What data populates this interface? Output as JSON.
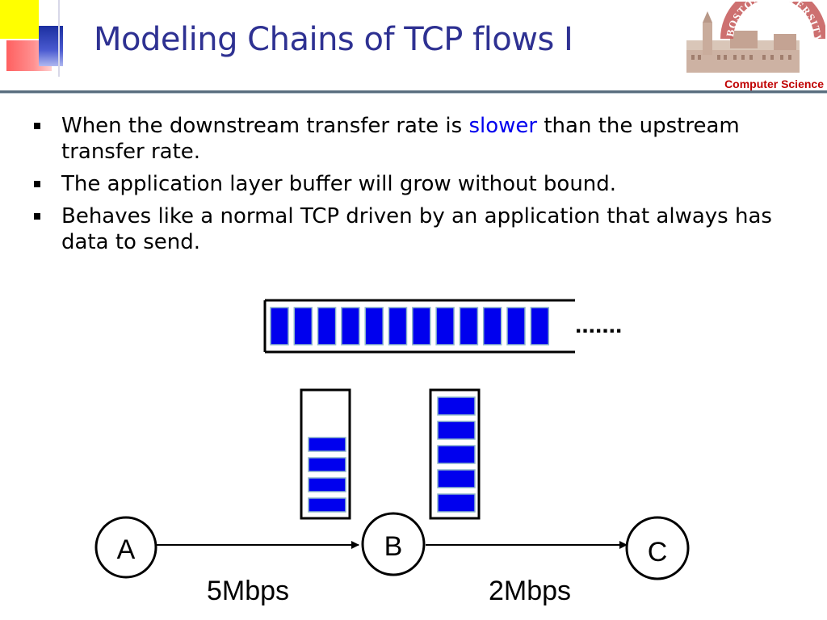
{
  "slide": {
    "title": "Modeling Chains of TCP flows I",
    "logo_text": "BOSTON UNIVERSITY",
    "department": "Computer Science"
  },
  "bullets": [
    {
      "before": "When the downstream transfer rate is ",
      "highlight": "slower",
      "after": " than the upstream transfer rate."
    },
    {
      "text": "The application layer buffer will grow without bound."
    },
    {
      "text": "Behaves like a normal TCP driven by an application that always has data to send."
    }
  ],
  "diagram": {
    "buffer_slots": 12,
    "buffer_continuation": ".......",
    "queue_b_packets": 4,
    "queue_b_slots": 6,
    "queue_c_packets": 5,
    "queue_c_slots": 5,
    "nodes": [
      "A",
      "B",
      "C"
    ],
    "links": [
      "5Mbps",
      "2Mbps"
    ],
    "colors": {
      "packet": "#0000ee",
      "title": "#2e3192",
      "department": "#c00000"
    }
  }
}
